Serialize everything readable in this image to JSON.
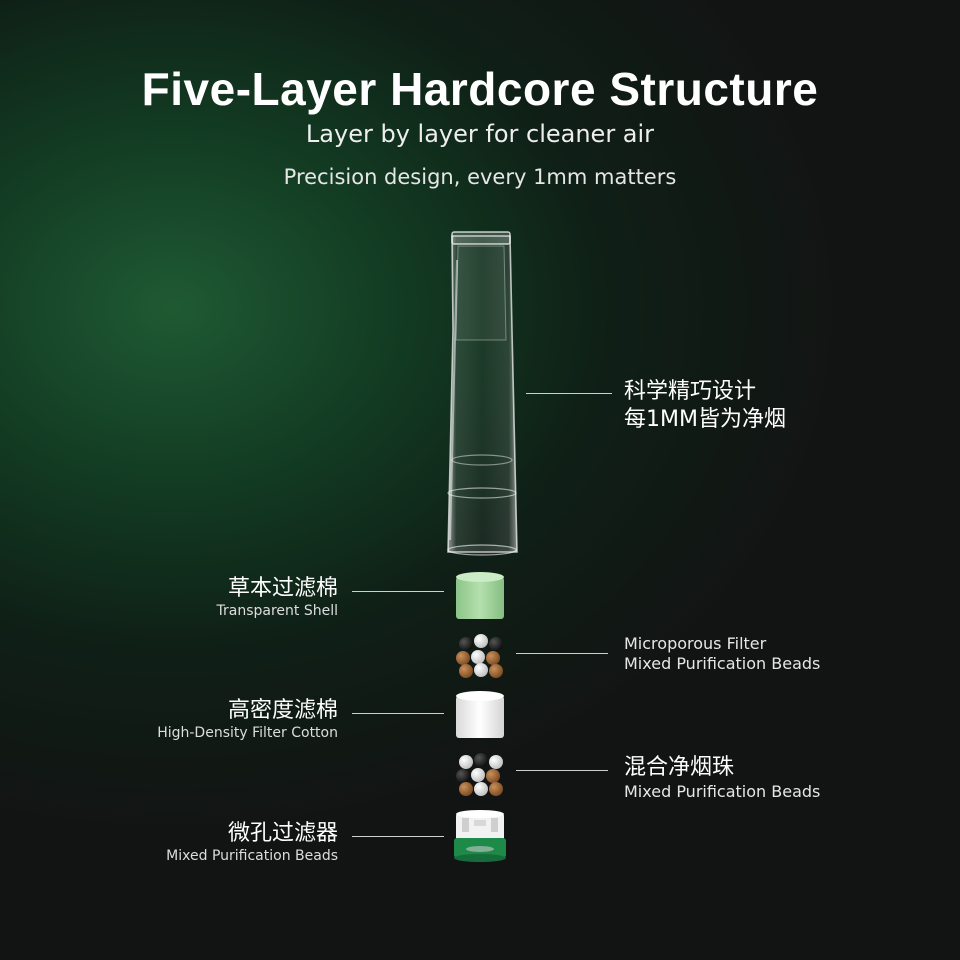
{
  "header": {
    "title": "Five-Layer Hardcore Structure",
    "subtitle": "Layer by layer for cleaner air",
    "tagline": "Precision design, every 1mm matters"
  },
  "callouts": {
    "tube": {
      "line1": "科学精巧设计",
      "line2": "每1MM皆为净烟"
    },
    "herbal": {
      "zh": "草本过滤棉",
      "en": "Transparent Shell"
    },
    "beads_top": {
      "line1": "Microporous Filter",
      "line2": "Mixed Purification Beads"
    },
    "density": {
      "zh": "高密度滤棉",
      "en": "High-Density Filter Cotton"
    },
    "beads_mix": {
      "zh": "混合净烟珠",
      "en": "Mixed Purification Beads"
    },
    "micro": {
      "zh": "微孔过滤器",
      "en": "Mixed Purification Beads"
    }
  },
  "colors": {
    "background_green": "#1f5a33",
    "background_dark": "#121413",
    "herbal_cotton": "#a9d8a4",
    "filter_ring": "#1d8a4a"
  }
}
